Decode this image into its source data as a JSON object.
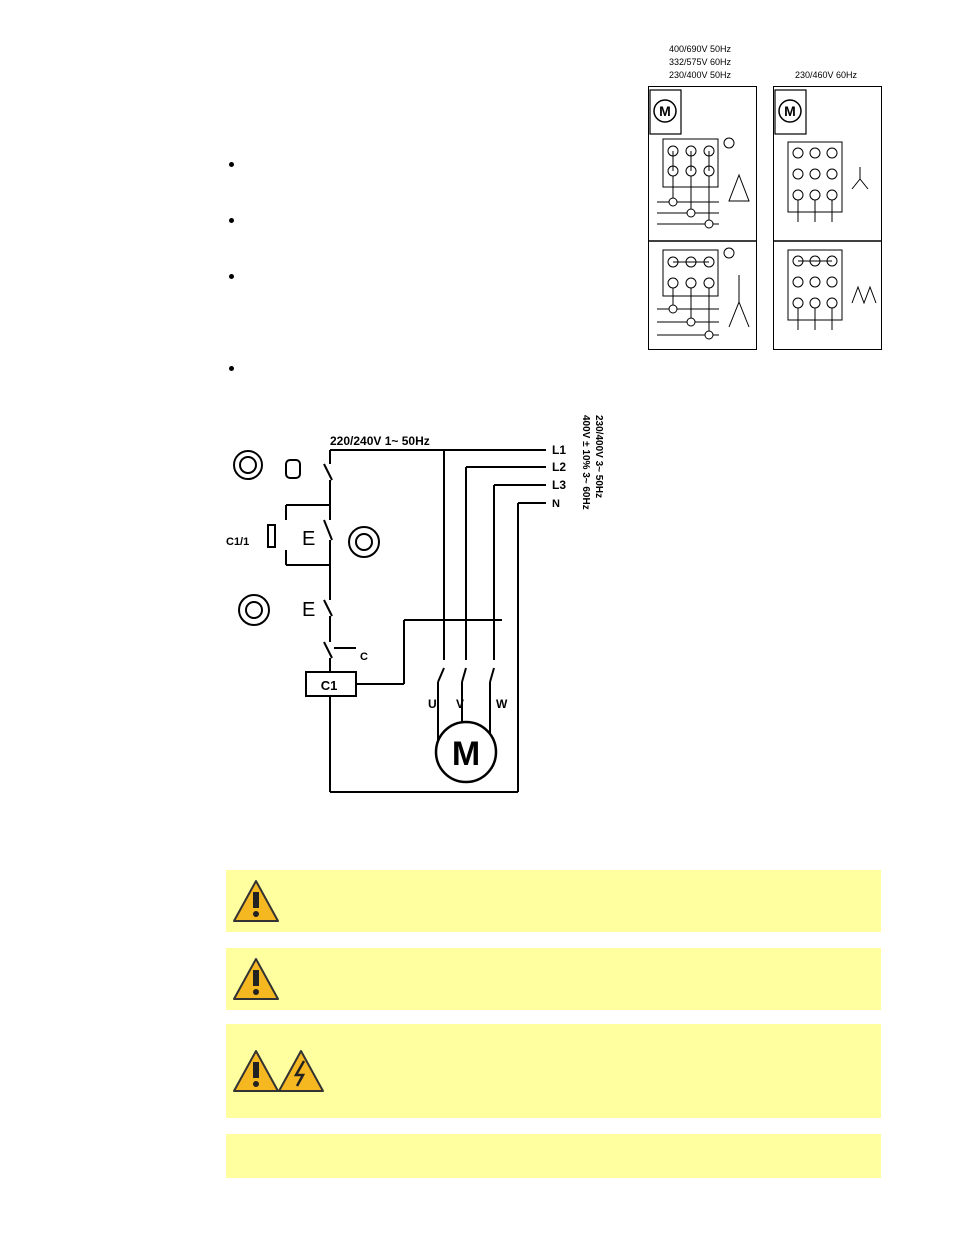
{
  "bullets": [
    "",
    "",
    "",
    ""
  ],
  "wiring_tables": {
    "left_voltages": [
      "400/690V 50Hz",
      "332/575V 60Hz",
      "230/400V 50Hz"
    ],
    "right_voltages": [
      "230/460V 60Hz"
    ],
    "motor_symbol": "M"
  },
  "schematic": {
    "single_phase_supply": "220/240V 1~ 50Hz",
    "three_phase_supply": [
      "230/400V 3~ 50Hz",
      "400V ± 10% 3~ 60Hz"
    ],
    "lines": [
      "L1",
      "L2",
      "L3",
      "N"
    ],
    "contactor_coil": "C1",
    "contactor_aux": "C1/1",
    "contact_label": "C",
    "phases": [
      "U",
      "V",
      "W"
    ],
    "motor": "M"
  },
  "warnings": [
    {
      "icons": [
        "warning-icon"
      ]
    },
    {
      "icons": [
        "warning-icon"
      ]
    },
    {
      "icons": [
        "warning-icon",
        "electrical-hazard-icon"
      ]
    },
    {
      "icons": []
    }
  ],
  "colors": {
    "warning_bg": "#ffffa0",
    "warning_icon": "#f5b820"
  }
}
